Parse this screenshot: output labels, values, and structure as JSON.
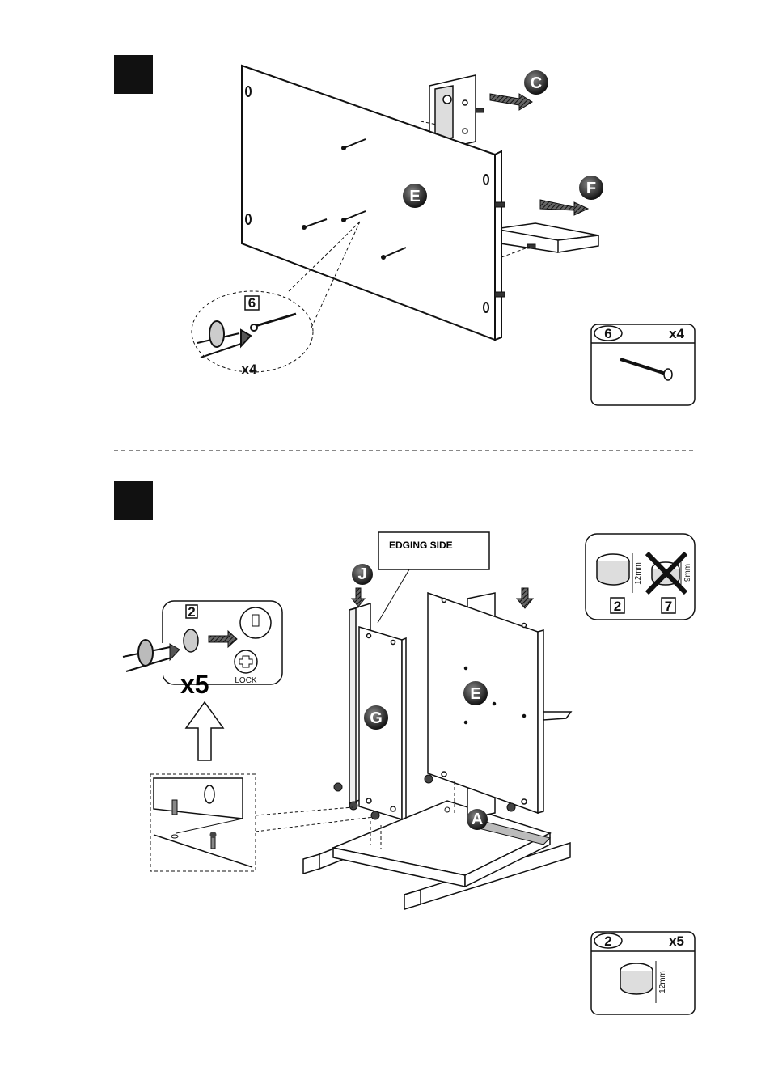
{
  "steps": [
    {
      "part_callouts": [
        "C",
        "F",
        "E"
      ],
      "detail": {
        "part_number": "6",
        "quantity": "x4"
      },
      "hardware_box": {
        "part_number": "6",
        "quantity": "x4"
      }
    },
    {
      "edging_label": "EDGING SIDE",
      "part_callouts": [
        "J",
        "G",
        "E",
        "A"
      ],
      "detail": {
        "part_number": "2",
        "quantity": "x5",
        "lock_label": "LOCK"
      },
      "compare_box": {
        "correct_part": "2",
        "correct_size": "12mm",
        "wrong_part": "7",
        "wrong_size": "9mm"
      },
      "hardware_box": {
        "part_number": "2",
        "quantity": "x5",
        "size": "12mm"
      }
    }
  ],
  "colors": {
    "ink": "#111111",
    "paper": "#ffffff"
  }
}
